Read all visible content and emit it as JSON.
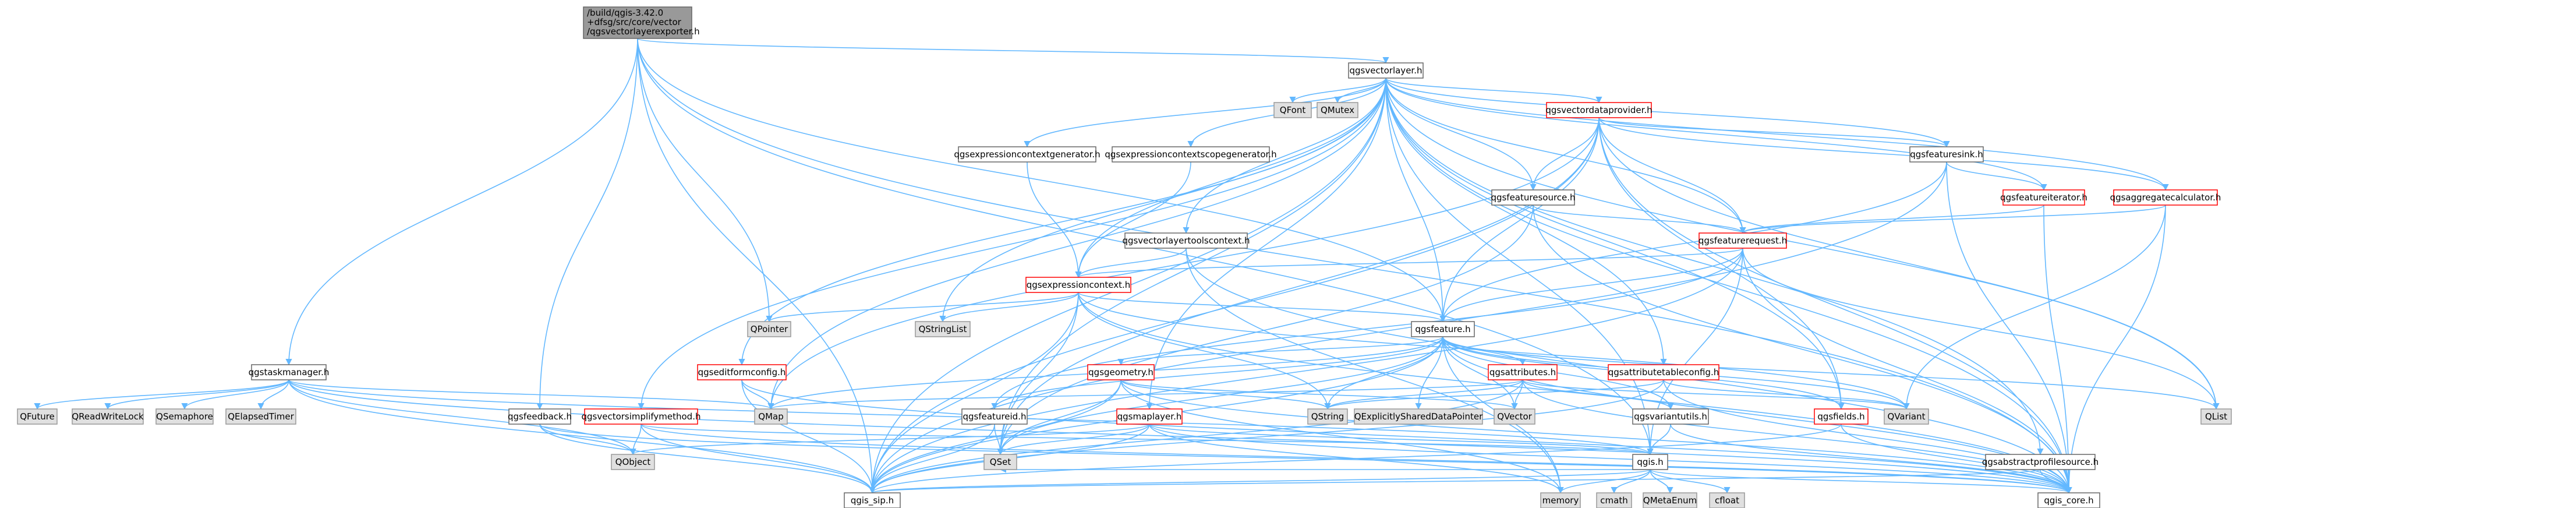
{
  "colors": {
    "edge": "#63b8ff",
    "edge_dark": "#404040",
    "node_fill": "#ffffff",
    "node_border": "#666666",
    "node_red": "#ff0000",
    "node_gray_fill": "#e0e0e0",
    "node_gray_border": "#999999",
    "root_fill": "#999999",
    "root_border": "#666666"
  },
  "root": {
    "lines": [
      "/build/qgis-3.42.0",
      "+dfsg/src/core/vector",
      "/qgsvectorlayerexporter.h"
    ]
  },
  "nodes": [
    {
      "id": "qgsvectorlayer",
      "label": "qgsvectorlayer.h",
      "style": "normal"
    },
    {
      "id": "qgstaskmanager",
      "label": "qgstaskmanager.h",
      "style": "normal"
    },
    {
      "id": "qfont",
      "label": "QFont",
      "style": "gray"
    },
    {
      "id": "qmutex",
      "label": "QMutex",
      "style": "gray"
    },
    {
      "id": "qgsvectordataprovider",
      "label": "qgsvectordataprovider.h",
      "style": "red"
    },
    {
      "id": "qgsexpressioncontextgenerator",
      "label": "qgsexpressioncontextgenerator.h",
      "style": "normal"
    },
    {
      "id": "qgsexpressioncontextscopegenerator",
      "label": "qgsexpressioncontextscopegenerator.h",
      "style": "normal"
    },
    {
      "id": "qgsfeaturesink",
      "label": "qgsfeaturesink.h",
      "style": "normal"
    },
    {
      "id": "qgsfeatureiterator",
      "label": "qgsfeatureiterator.h",
      "style": "red"
    },
    {
      "id": "qgsaggregatecalculator",
      "label": "qgsaggregatecalculator.h",
      "style": "red"
    },
    {
      "id": "qgsfeaturesource",
      "label": "qgsfeaturesource.h",
      "style": "normal"
    },
    {
      "id": "qgsfeaturerequest",
      "label": "qgsfeaturerequest.h",
      "style": "red"
    },
    {
      "id": "qgsvectorlayertoolscontext",
      "label": "qgsvectorlayertoolscontext.h",
      "style": "normal"
    },
    {
      "id": "qgsexpressioncontext",
      "label": "qgsexpressioncontext.h",
      "style": "red"
    },
    {
      "id": "qpointer",
      "label": "QPointer",
      "style": "gray"
    },
    {
      "id": "qstringlist",
      "label": "QStringList",
      "style": "gray"
    },
    {
      "id": "qgsfeature",
      "label": "qgsfeature.h",
      "style": "normal"
    },
    {
      "id": "qfuture",
      "label": "QFuture",
      "style": "gray"
    },
    {
      "id": "qreadwritelock",
      "label": "QReadWriteLock",
      "style": "gray"
    },
    {
      "id": "qsemaphore",
      "label": "QSemaphore",
      "style": "gray"
    },
    {
      "id": "qelapsedtimer",
      "label": "QElapsedTimer",
      "style": "gray"
    },
    {
      "id": "qgseditformconfig",
      "label": "qgseditformconfig.h",
      "style": "red"
    },
    {
      "id": "qmap",
      "label": "QMap",
      "style": "gray"
    },
    {
      "id": "qgsfeedback",
      "label": "qgsfeedback.h",
      "style": "normal"
    },
    {
      "id": "qgsvectorsimplifymethod",
      "label": "qgsvectorsimplifymethod.h",
      "style": "red"
    },
    {
      "id": "qgsgeometry",
      "label": "qgsgeometry.h",
      "style": "red"
    },
    {
      "id": "qgsfeatureid",
      "label": "qgsfeatureid.h",
      "style": "normal"
    },
    {
      "id": "qgsmaplayer",
      "label": "qgsmaplayer.h",
      "style": "red"
    },
    {
      "id": "qgsattributes",
      "label": "qgsattributes.h",
      "style": "red"
    },
    {
      "id": "qstring",
      "label": "QString",
      "style": "gray"
    },
    {
      "id": "qexplicitlyshareddatapointer",
      "label": "QExplicitlySharedDataPointer",
      "style": "gray"
    },
    {
      "id": "qvector",
      "label": "QVector",
      "style": "gray"
    },
    {
      "id": "qgsvariantutils",
      "label": "qgsvariantutils.h",
      "style": "normal"
    },
    {
      "id": "qgsattributetableconfig",
      "label": "qgsattributetableconfig.h",
      "style": "red"
    },
    {
      "id": "qgsfields",
      "label": "qgsfields.h",
      "style": "red"
    },
    {
      "id": "qvariant",
      "label": "QVariant",
      "style": "gray"
    },
    {
      "id": "qlist",
      "label": "QList",
      "style": "gray"
    },
    {
      "id": "qobject",
      "label": "QObject",
      "style": "gray"
    },
    {
      "id": "qset",
      "label": "QSet",
      "style": "gray"
    },
    {
      "id": "qgis",
      "label": "qgis.h",
      "style": "normal"
    },
    {
      "id": "qgsabstractprofilesource",
      "label": "qgsabstractprofilesource.h",
      "style": "normal"
    },
    {
      "id": "qgis_sip",
      "label": "qgis_sip.h",
      "style": "normal"
    },
    {
      "id": "memory",
      "label": "memory",
      "style": "gray"
    },
    {
      "id": "cmath",
      "label": "cmath",
      "style": "gray"
    },
    {
      "id": "qmetaenum",
      "label": "QMetaEnum",
      "style": "gray"
    },
    {
      "id": "cfloat",
      "label": "cfloat",
      "style": "gray"
    },
    {
      "id": "qgis_core",
      "label": "qgis_core.h",
      "style": "normal"
    }
  ],
  "edges": [
    [
      "root",
      "qgsvectorlayer"
    ],
    [
      "root",
      "qgstaskmanager"
    ],
    [
      "root",
      "qgsfeedback"
    ],
    [
      "root",
      "qpointer"
    ],
    [
      "root",
      "qgsfeature"
    ],
    [
      "root",
      "qgis_sip"
    ],
    [
      "root",
      "qgis_core"
    ],
    [
      "root",
      "qgis"
    ],
    [
      "qgsvectorlayer",
      "qfont"
    ],
    [
      "qgsvectorlayer",
      "qmutex"
    ],
    [
      "qgsvectorlayer",
      "qgsvectordataprovider"
    ],
    [
      "qgsvectorlayer",
      "qgsexpressioncontextgenerator"
    ],
    [
      "qgsvectorlayer",
      "qgsexpressioncontextscopegenerator"
    ],
    [
      "qgsvectorlayer",
      "qgsfeaturesink"
    ],
    [
      "qgsvectorlayer",
      "qgsaggregatecalculator"
    ],
    [
      "qgsvectorlayer",
      "qgsfeaturesource"
    ],
    [
      "qgsvectorlayer",
      "qgsfeaturerequest"
    ],
    [
      "qgsvectorlayer",
      "qgsvectorlayertoolscontext"
    ],
    [
      "qgsvectorlayer",
      "qgsexpressioncontext"
    ],
    [
      "qgsvectorlayer",
      "qstringlist"
    ],
    [
      "qgsvectorlayer",
      "qgsfeature"
    ],
    [
      "qgsvectorlayer",
      "qgseditformconfig"
    ],
    [
      "qgsvectorlayer",
      "qmap"
    ],
    [
      "qgsvectorlayer",
      "qgsvectorsimplifymethod"
    ],
    [
      "qgsvectorlayer",
      "qgsmaplayer"
    ],
    [
      "qgsvectorlayer",
      "qgsattributetableconfig"
    ],
    [
      "qgsvectorlayer",
      "qgsfields"
    ],
    [
      "qgsvectorlayer",
      "qlist"
    ],
    [
      "qgsvectorlayer",
      "qset"
    ],
    [
      "qgsvectorlayer",
      "qgis"
    ],
    [
      "qgsvectorlayer",
      "qgsabstractprofilesource"
    ],
    [
      "qgsvectorlayer",
      "qgis_sip"
    ],
    [
      "qgsvectorlayer",
      "qgis_core"
    ],
    [
      "qgsvectorlayer",
      "qgsfeatureiterator"
    ],
    [
      "qgstaskmanager",
      "qfuture"
    ],
    [
      "qgstaskmanager",
      "qreadwritelock"
    ],
    [
      "qgstaskmanager",
      "qsemaphore"
    ],
    [
      "qgstaskmanager",
      "qelapsedtimer"
    ],
    [
      "qgstaskmanager",
      "qobject"
    ],
    [
      "qgstaskmanager",
      "qgis_sip"
    ],
    [
      "qgstaskmanager",
      "qgis_core"
    ],
    [
      "qgstaskmanager",
      "qmap"
    ],
    [
      "qgstaskmanager",
      "qgis"
    ],
    [
      "qgsvectordataprovider",
      "qgsfeaturesink"
    ],
    [
      "qgsvectordataprovider",
      "qgsfeaturesource"
    ],
    [
      "qgsvectordataprovider",
      "qgsfeaturerequest"
    ],
    [
      "qgsvectordataprovider",
      "qgsfeature"
    ],
    [
      "qgsvectordataprovider",
      "qgsaggregatecalculator"
    ],
    [
      "qgsvectordataprovider",
      "qmap"
    ],
    [
      "qgsvectordataprovider",
      "qset"
    ],
    [
      "qgsvectordataprovider",
      "qlist"
    ],
    [
      "qgsvectordataprovider",
      "qgis_sip"
    ],
    [
      "qgsvectordataprovider",
      "qgis_core"
    ],
    [
      "qgsvectordataprovider",
      "qgsfields"
    ],
    [
      "qgsexpressioncontextgenerator",
      "qgsexpressioncontext"
    ],
    [
      "qgsexpressioncontextscopegenerator",
      "qgsexpressioncontext"
    ],
    [
      "qgsfeaturesink",
      "qgsfeatureiterator"
    ],
    [
      "qgsfeaturesink",
      "qgsfeature"
    ],
    [
      "qgsfeaturesink",
      "qgis_core"
    ],
    [
      "qgsfeaturesink",
      "qgis_sip"
    ],
    [
      "qgsfeatureiterator",
      "qgsfeaturerequest"
    ],
    [
      "qgsfeatureiterator",
      "qgis_core"
    ],
    [
      "qgsaggregatecalculator",
      "qgsfeaturerequest"
    ],
    [
      "qgsaggregatecalculator",
      "qgis_core"
    ],
    [
      "qgsaggregatecalculator",
      "qvariant"
    ],
    [
      "qgsfeaturesource",
      "qgsfeaturerequest"
    ],
    [
      "qgsfeaturesource",
      "qset"
    ],
    [
      "qgsfeaturesource",
      "qgis_core"
    ],
    [
      "qgsfeaturerequest",
      "qgsfeature"
    ],
    [
      "qgsfeaturerequest",
      "qgsexpressioncontext"
    ],
    [
      "qgsfeaturerequest",
      "qlist"
    ],
    [
      "qgsfeaturerequest",
      "qgis_sip"
    ],
    [
      "qgsfeaturerequest",
      "qgis_core"
    ],
    [
      "qgsfeaturerequest",
      "qgsfeatureid"
    ],
    [
      "qgsfeaturerequest",
      "qgis"
    ],
    [
      "qgsfeaturerequest",
      "qgssimplifymethod_none"
    ],
    [
      "qgsvectorlayertoolscontext",
      "qgsexpressioncontext"
    ],
    [
      "qgsvectorlayertoolscontext",
      "qgis_core"
    ],
    [
      "qgsvectorlayertoolscontext",
      "memory"
    ],
    [
      "qgsexpressioncontext",
      "qpointer"
    ],
    [
      "qgsexpressioncontext",
      "qstringlist"
    ],
    [
      "qgsexpressioncontext",
      "qgsfeature"
    ],
    [
      "qgsexpressioncontext",
      "qset"
    ],
    [
      "qgsexpressioncontext",
      "qvariant"
    ],
    [
      "qgsexpressioncontext",
      "qgis_core"
    ],
    [
      "qgsexpressioncontext",
      "qgis_sip"
    ],
    [
      "qgsexpressioncontext",
      "qstring"
    ],
    [
      "qgsfeature",
      "qgsgeometry"
    ],
    [
      "qgsfeature",
      "qgsfeatureid"
    ],
    [
      "qgsfeature",
      "qgsattributes"
    ],
    [
      "qgsfeature",
      "qgsvariantutils"
    ],
    [
      "qgsfeature",
      "qgsfields"
    ],
    [
      "qgsfeature",
      "qstring"
    ],
    [
      "qgsfeature",
      "qexplicitlyshareddatapointer"
    ],
    [
      "qgsfeature",
      "qvector"
    ],
    [
      "qgsfeature",
      "qvariant"
    ],
    [
      "qgsfeature",
      "qset"
    ],
    [
      "qgsfeature",
      "qmap"
    ],
    [
      "qgsfeature",
      "memory"
    ],
    [
      "qgsfeature",
      "qlist"
    ],
    [
      "qgsfeature",
      "qgis_sip"
    ],
    [
      "qgsfeature",
      "qgis_core"
    ],
    [
      "qgseditformconfig",
      "qmap"
    ],
    [
      "qgseditformconfig",
      "qgis_core"
    ],
    [
      "qgseditformconfig",
      "qgis_sip"
    ],
    [
      "qgsfeedback",
      "qobject"
    ],
    [
      "qgsfeedback",
      "qgis_sip"
    ],
    [
      "qgsfeedback",
      "qgis_core"
    ],
    [
      "qgsvectorsimplifymethod",
      "qobject"
    ],
    [
      "qgsvectorsimplifymethod",
      "qgis_sip"
    ],
    [
      "qgsvectorsimplifymethod",
      "qgis_core"
    ],
    [
      "qgsvectorsimplifymethod",
      "qgis"
    ],
    [
      "qgsgeometry",
      "qset"
    ],
    [
      "qgsgeometry",
      "qstring"
    ],
    [
      "qgsgeometry",
      "qgis_sip"
    ],
    [
      "qgsgeometry",
      "qgis_core"
    ],
    [
      "qgsgeometry",
      "memory"
    ],
    [
      "qgsgeometry",
      "qvector"
    ],
    [
      "qgsfeatureid",
      "qset"
    ],
    [
      "qgsfeatureid",
      "qgis_sip"
    ],
    [
      "qgsmaplayer",
      "qobject"
    ],
    [
      "qgsmaplayer",
      "qset"
    ],
    [
      "qgsmaplayer",
      "qgis"
    ],
    [
      "qgsmaplayer",
      "qgis_sip"
    ],
    [
      "qgsmaplayer",
      "qgis_core"
    ],
    [
      "qgsmaplayer",
      "memory"
    ],
    [
      "qgsattributes",
      "qmap"
    ],
    [
      "qgsattributes",
      "qstring"
    ],
    [
      "qgsattributes",
      "qvariant"
    ],
    [
      "qgsattributes",
      "qvector"
    ],
    [
      "qgsattributes",
      "qgis_sip"
    ],
    [
      "qgsattributes",
      "qgis_core"
    ],
    [
      "qgsattributes",
      "qgsvariantutils"
    ],
    [
      "qgsvariantutils",
      "qgis"
    ],
    [
      "qgsvariantutils",
      "qgis_core"
    ],
    [
      "qgsattributetableconfig",
      "qstring"
    ],
    [
      "qgsattributetableconfig",
      "qvariant"
    ],
    [
      "qgsattributetableconfig",
      "qgis_core"
    ],
    [
      "qgsattributetableconfig",
      "qgis_sip"
    ],
    [
      "qgsfields",
      "qgis_sip"
    ],
    [
      "qgsfields",
      "qgis_core"
    ],
    [
      "qgis",
      "memory"
    ],
    [
      "qgis",
      "cmath"
    ],
    [
      "qgis",
      "qmetaenum"
    ],
    [
      "qgis",
      "cfloat"
    ],
    [
      "qgis",
      "qgis_sip"
    ],
    [
      "qgis",
      "qgis_core"
    ],
    [
      "qgis",
      "qset"
    ],
    [
      "qgsabstractprofilesource",
      "qgis_core"
    ],
    [
      "qgsabstractprofilesource",
      "qgis_sip"
    ]
  ]
}
